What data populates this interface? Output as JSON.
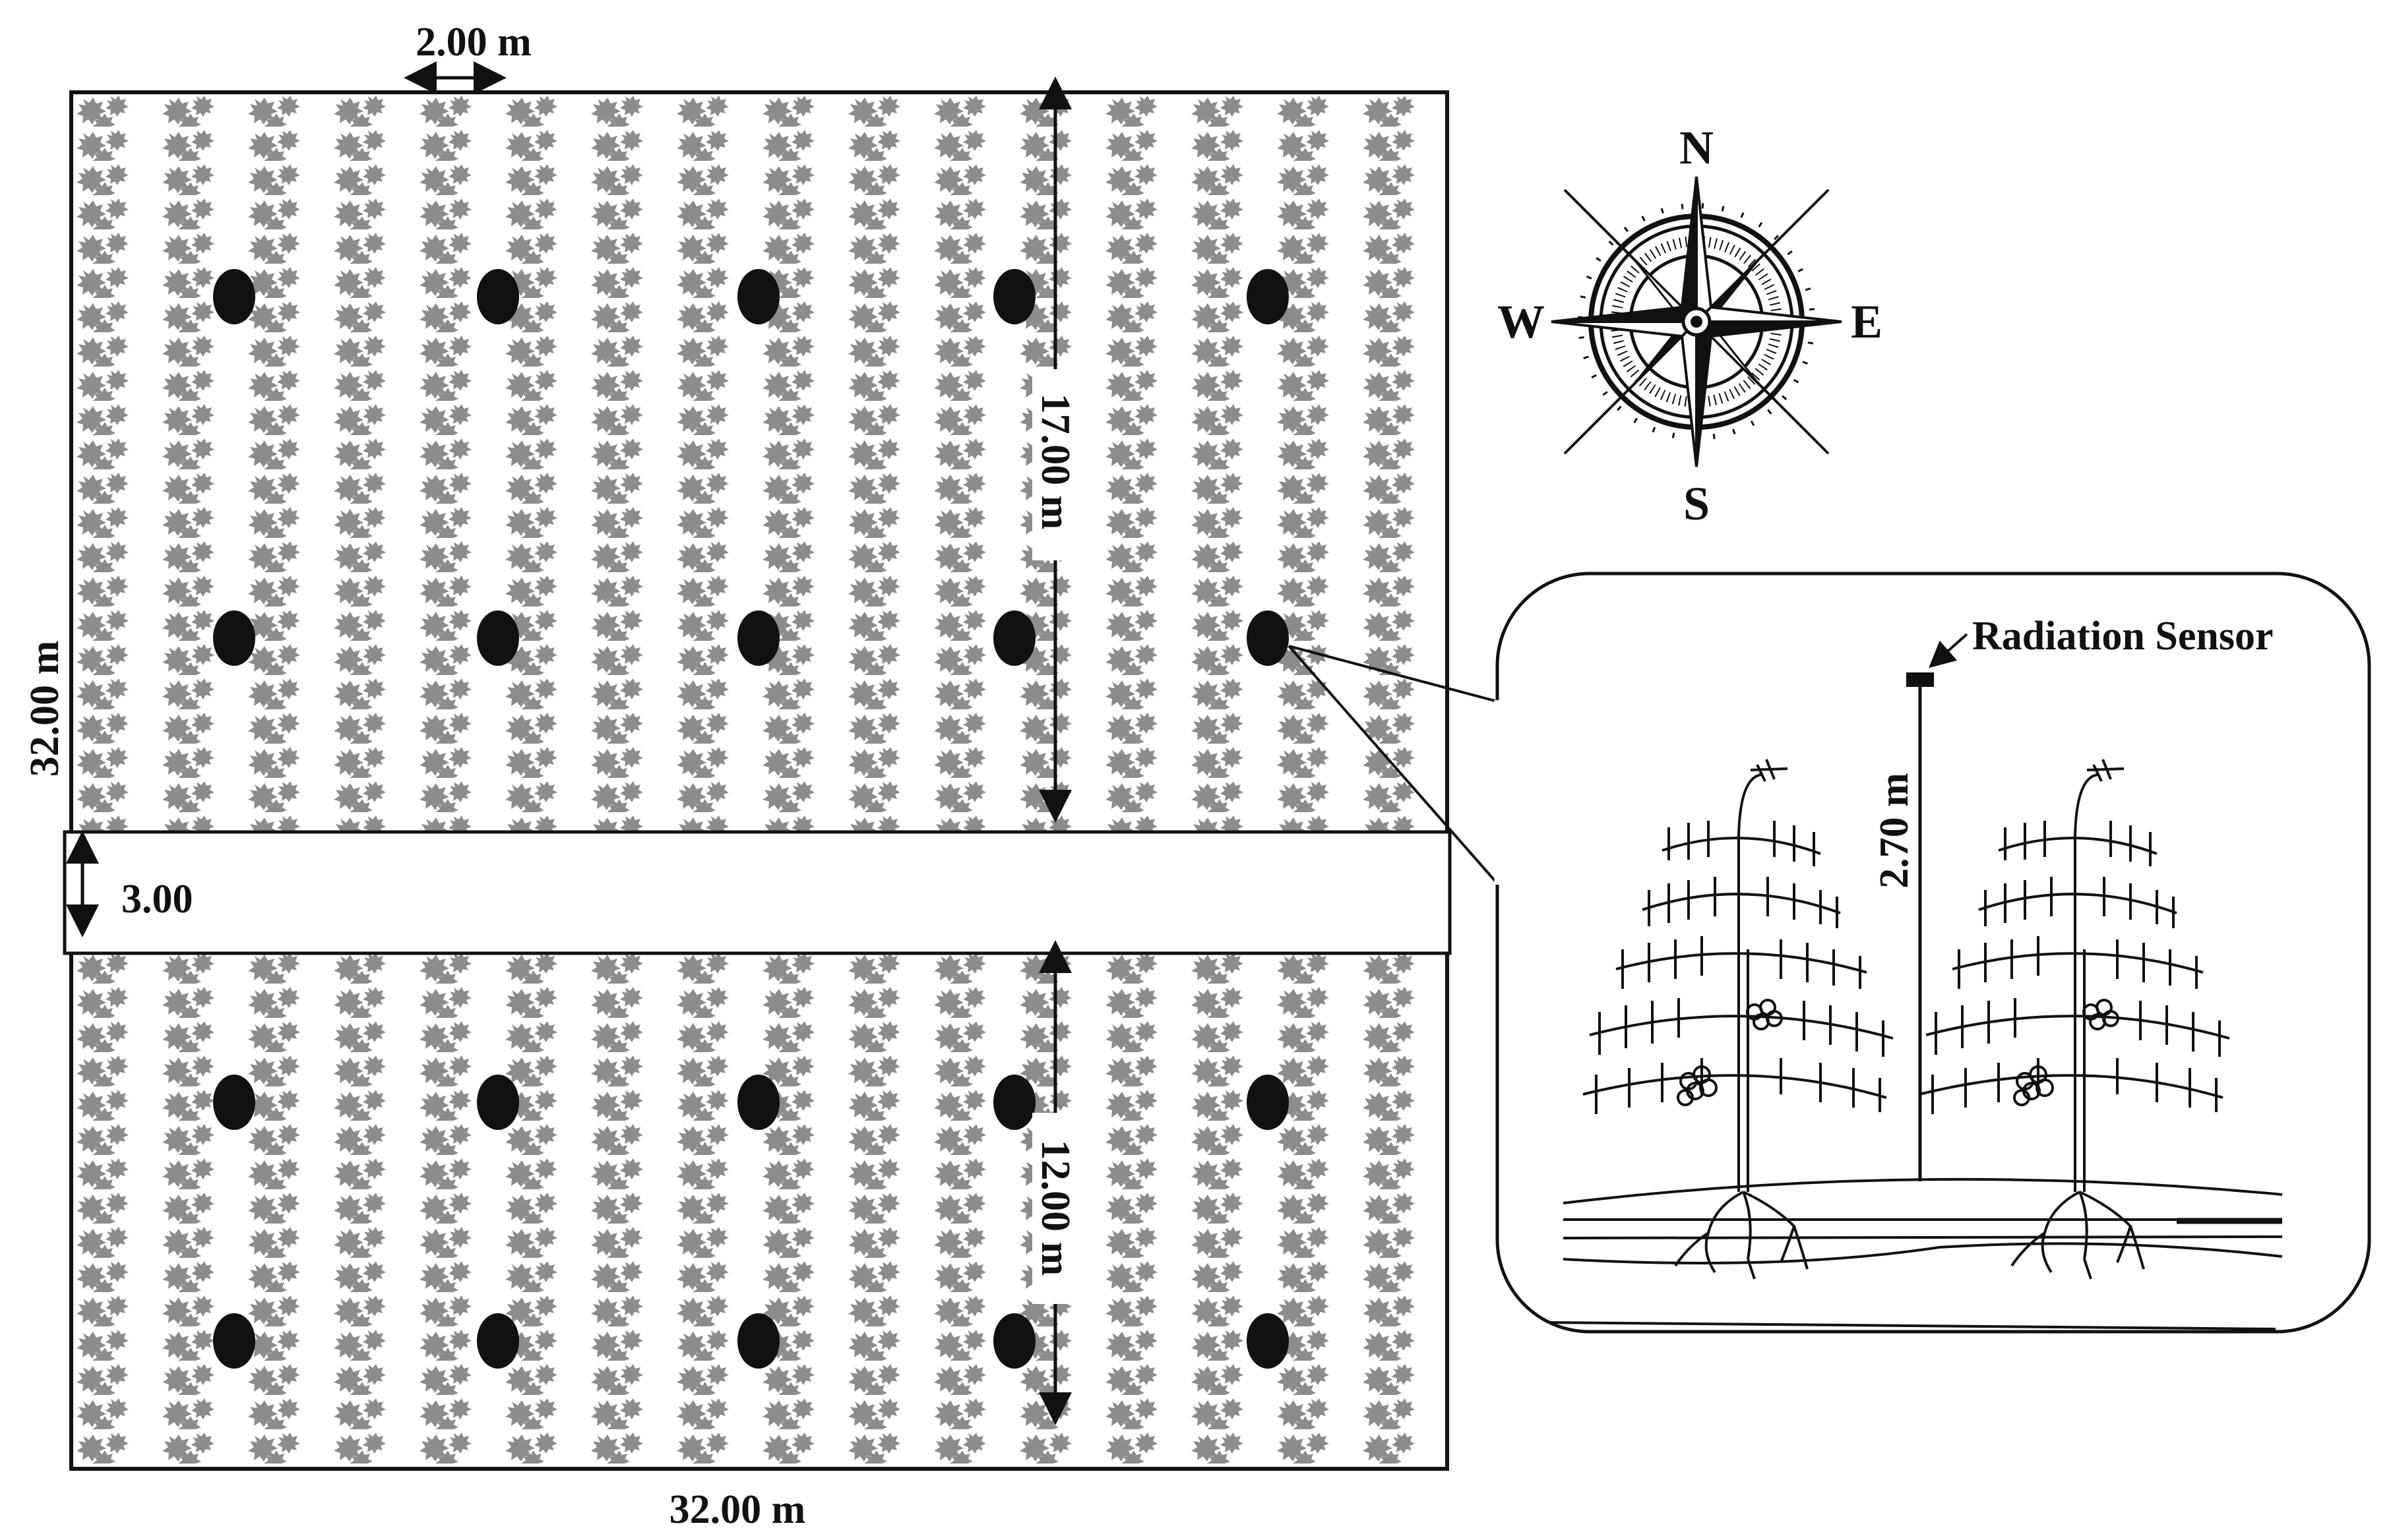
{
  "diagram": {
    "dimensions": {
      "row_spacing": "2.00 m",
      "field_height": "32.00 m",
      "field_width": "32.00 m",
      "alley_width": "3.00",
      "upper_block_span": "17.00 m",
      "lower_block_span": "12.00 m",
      "sensor_height": "2.70 m"
    },
    "compass": {
      "north": "N",
      "south": "S",
      "east": "E",
      "west": "W"
    },
    "inset": {
      "sensor_label": "Radiation Sensor"
    },
    "measurement_points": {
      "upper_block_rows": 2,
      "lower_block_rows": 2,
      "points_per_row": 5
    },
    "colors": {
      "ink": "#111111",
      "plant": "#8a8a8a",
      "background": "#ffffff"
    }
  }
}
